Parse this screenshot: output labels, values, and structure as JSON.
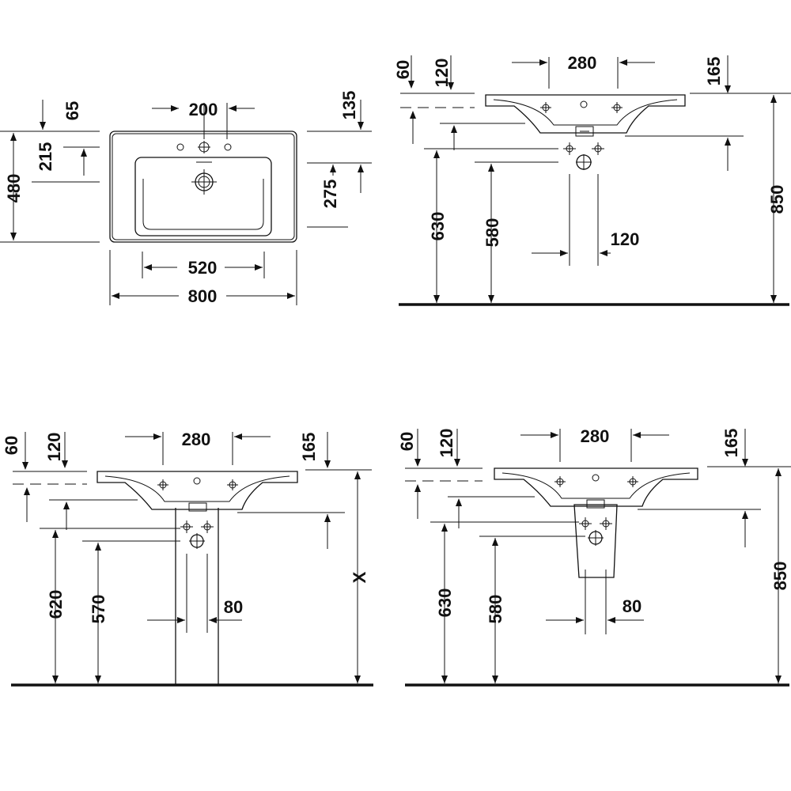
{
  "plan_view": {
    "dim_top_center": "200",
    "dim_left_65": "65",
    "dim_left_215": "215",
    "dim_left_480": "480",
    "dim_right_135": "135",
    "dim_right_275": "275",
    "dim_inner_width": "520",
    "dim_total_width": "800"
  },
  "wall_hung_view": {
    "dim_60": "60",
    "dim_120": "120",
    "dim_280": "280",
    "dim_165": "165",
    "dim_630": "630",
    "dim_580": "580",
    "dim_120_trap": "120",
    "dim_850": "850"
  },
  "pedestal_view": {
    "dim_60": "60",
    "dim_120": "120",
    "dim_280": "280",
    "dim_165": "165",
    "dim_620": "620",
    "dim_570": "570",
    "dim_80": "80",
    "dim_x": "X"
  },
  "semi_pedestal_view": {
    "dim_60": "60",
    "dim_120": "120",
    "dim_280": "280",
    "dim_165": "165",
    "dim_630": "630",
    "dim_580": "580",
    "dim_80": "80",
    "dim_850": "850"
  }
}
